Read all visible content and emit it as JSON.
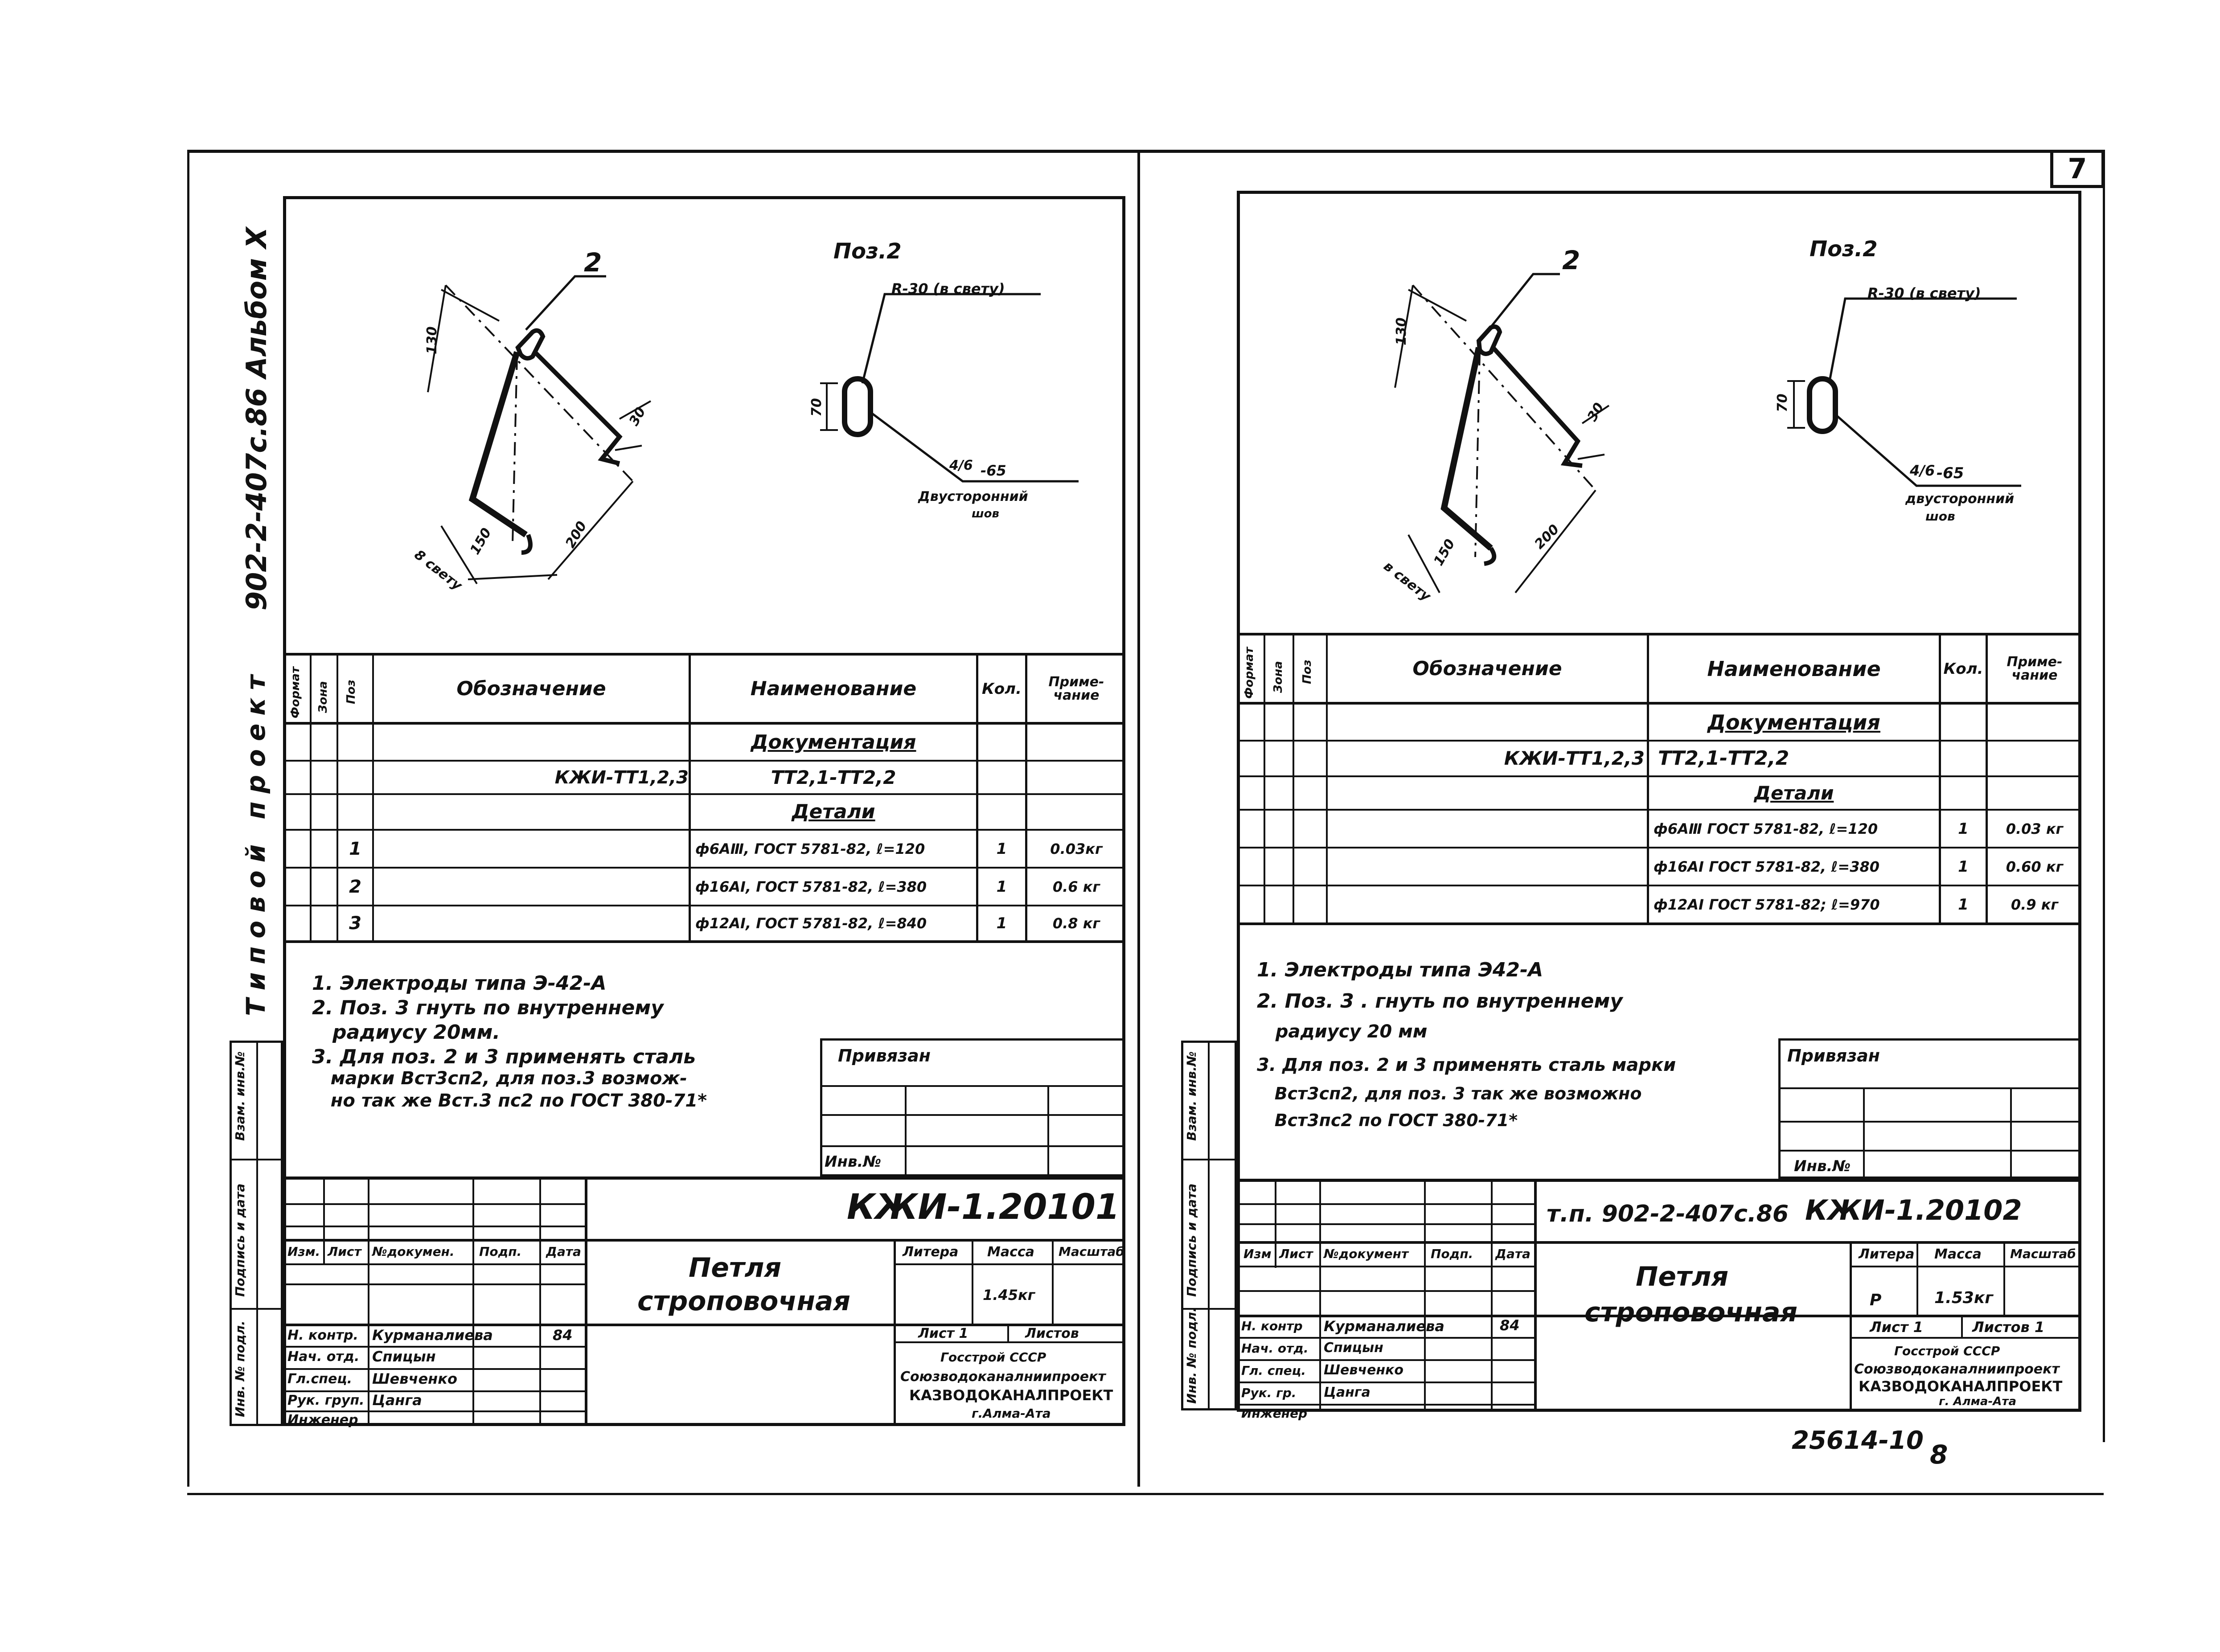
{
  "page_number": "7",
  "album_code": "902-2-407с.86 Альбом X",
  "series_name": "Типовой проект",
  "left": {
    "pos_label": "Поз.2",
    "callout": "2",
    "radius_note": "R-30 (в свету)",
    "weld_fraction": "4/6",
    "weld_dim": "-65",
    "weld_note_1": "Двусторонний",
    "weld_note_2": "шов",
    "dim_130": "130",
    "dim_70": "70",
    "dim_30": "30",
    "dim_150": "150",
    "dim_200": "200",
    "dim_clear": "8 свету",
    "headers": {
      "format": "Формат",
      "zone": "Зона",
      "pos": "Поз",
      "designation": "Обозначение",
      "name": "Наименование",
      "qty": "Кол.",
      "note": "Приме-\nчание"
    },
    "section_docs": "Документация",
    "doc_designation": "КЖИ-ТТ1,2,3",
    "doc_name": "ТТ2,1-ТТ2,2",
    "section_parts": "Детали",
    "rows": [
      {
        "pos": "1",
        "name": "ф6АⅢ, ГОСТ 5781-82, ℓ=120",
        "qty": "1",
        "note": "0.03кг"
      },
      {
        "pos": "2",
        "name": "ф16АI, ГОСТ 5781-82, ℓ=380",
        "qty": "1",
        "note": "0.6 кг"
      },
      {
        "pos": "3",
        "name": "ф12АI, ГОСТ 5781-82, ℓ=840",
        "qty": "1",
        "note": "0.8 кг"
      }
    ],
    "notes": [
      "1. Электроды типа Э-42-А",
      "2. Поз. 3 гнуть по внутреннему",
      "   радиусу 20мм.",
      "3. Для поз. 2 и 3 применять сталь",
      "   марки Вст3сп2, для поз.3 возмож-",
      "   но так же Вст.3 пс2 по ГОСТ 380-71*"
    ],
    "binding": "Привязан",
    "inv_no": "Инв.№",
    "doc_code": "КЖИ-1.20101",
    "title_1": "Петля",
    "title_2": "строповочная",
    "hdr": {
      "izm": "Изм.",
      "list": "Лист",
      "ndoc": "№докумен.",
      "podp": "Подп.",
      "data": "Дата"
    },
    "roles": [
      {
        "role": "Н. контр.",
        "name": "Курманалиева",
        "date": "84"
      },
      {
        "role": "Нач. отд.",
        "name": "Спицын",
        "date": ""
      },
      {
        "role": "Гл.спец.",
        "name": "Шевченко",
        "date": ""
      },
      {
        "role": "Рук. груп.",
        "name": "Цанга",
        "date": ""
      },
      {
        "role": "Инженер",
        "name": "",
        "date": ""
      }
    ],
    "litera": "Литера",
    "mass": "Масса",
    "scale": "Масштаб",
    "mass_value": "1.45кг",
    "sheet": "Лист 1",
    "sheets": "Листов",
    "org_1": "Госстрой СССР",
    "org_2": "Союзводоканалниипроект",
    "org_3": "КАЗВОДОКАНАЛПРОЕКТ",
    "org_4": "г.Алма-Ата"
  },
  "right": {
    "pos_label": "Поз.2",
    "callout": "2",
    "radius_note": "R-30 (в свету)",
    "weld_fraction": "4/6",
    "weld_dim": "-65",
    "weld_note_1": "двусторонний",
    "weld_note_2": "шов",
    "dim_130": "130",
    "dim_70": "70",
    "dim_30": "30",
    "dim_150": "150",
    "dim_200": "200",
    "dim_clear": "в свету",
    "headers": {
      "format": "Формат",
      "zone": "Зона",
      "pos": "Поз",
      "designation": "Обозначение",
      "name": "Наименование",
      "qty": "Кол.",
      "note": "Приме-\nчание"
    },
    "section_docs": "Документация",
    "doc_designation": "КЖИ-ТТ1,2,3",
    "doc_name": "ТТ2,1-ТТ2,2",
    "section_parts": "Детали",
    "rows": [
      {
        "pos": "",
        "name": "ф6АⅢ ГОСТ 5781-82, ℓ=120",
        "qty": "1",
        "note": "0.03 кг"
      },
      {
        "pos": "",
        "name": "ф16АI ГОСТ 5781-82, ℓ=380",
        "qty": "1",
        "note": "0.60 кг"
      },
      {
        "pos": "",
        "name": "ф12АI ГОСТ 5781-82; ℓ=970",
        "qty": "1",
        "note": "0.9 кг"
      }
    ],
    "notes": [
      "1. Электроды типа Э42-А",
      "2. Поз. 3 . гнуть по внутреннему",
      "   радиусу 20 мм",
      "3. Для поз. 2 и 3 применять сталь марки",
      "   Вст3сп2, для поз. 3 так же возможно",
      "   Вст3пс2 по ГОСТ 380-71*"
    ],
    "binding": "Привязан",
    "inv_no": "Инв.№",
    "project_code": "т.п. 902-2-407с.86",
    "doc_code": "КЖИ-1.20102",
    "title_1": "Петля",
    "title_2": "строповочная",
    "hdr": {
      "izm": "Изм",
      "list": "Лист",
      "ndoc": "№документ",
      "podp": "Подп.",
      "data": "Дата"
    },
    "roles": [
      {
        "role": "Н. контр",
        "name": "Курманалиева",
        "date": "84"
      },
      {
        "role": "Нач. отд.",
        "name": "Спицын",
        "date": ""
      },
      {
        "role": "Гл. спец.",
        "name": "Шевченко",
        "date": ""
      },
      {
        "role": "Рук. гр.",
        "name": "Цанга",
        "date": ""
      },
      {
        "role": "Инженер",
        "name": "",
        "date": ""
      }
    ],
    "litera": "Литера",
    "litera_value": "Р",
    "mass": "Масса",
    "scale": "Масштаб",
    "mass_value": "1.53кг",
    "sheet": "Лист 1",
    "sheets": "Листов 1",
    "org_1": "Госстрой СССР",
    "org_2": "Союзводоканалниипроект",
    "org_3": "КАЗВОДОКАНАЛПРОЕКТ",
    "org_4": "г. Алма-Ата",
    "stamp_number": "25614-10",
    "stamp_sheet": "8"
  },
  "side_labels": {
    "vzam": "Взам. инв.№",
    "podp": "Подпись и дата",
    "inv": "Инв. № подл."
  }
}
